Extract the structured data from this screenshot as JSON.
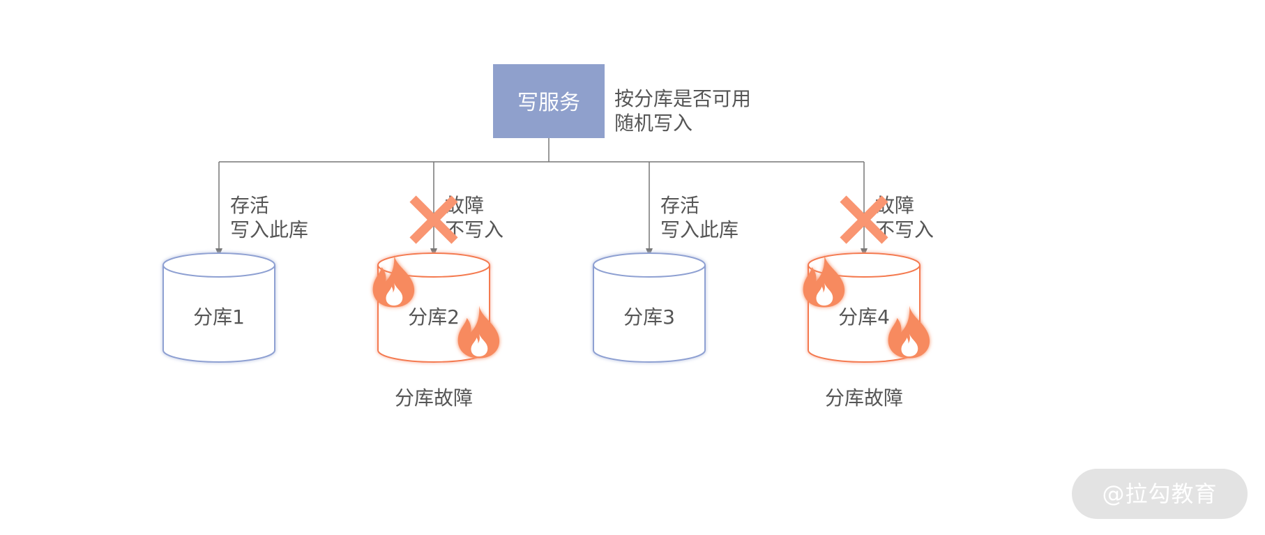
{
  "write_service": {
    "label": "写服务"
  },
  "strategy_note": {
    "line1": "按分库是否可用",
    "line2": "随机写入"
  },
  "colors": {
    "service_box": "#8fa0cc",
    "healthy_db": "#8ea0d2",
    "failed_db": "#f47a4f",
    "fire": "#f78a5e",
    "cross": "#f99571",
    "connector": "#777777"
  },
  "shards": [
    {
      "name": "分库1",
      "status": "healthy",
      "edge_line1": "存活",
      "edge_line2": "写入此库",
      "caption": ""
    },
    {
      "name": "分库2",
      "status": "failed",
      "edge_line1": "故障",
      "edge_line2": "不写入",
      "caption": "分库故障"
    },
    {
      "name": "分库3",
      "status": "healthy",
      "edge_line1": "存活",
      "edge_line2": "写入此库",
      "caption": ""
    },
    {
      "name": "分库4",
      "status": "failed",
      "edge_line1": "故障",
      "edge_line2": "不写入",
      "caption": "分库故障"
    }
  ],
  "watermark": {
    "text": "@拉勾教育"
  }
}
